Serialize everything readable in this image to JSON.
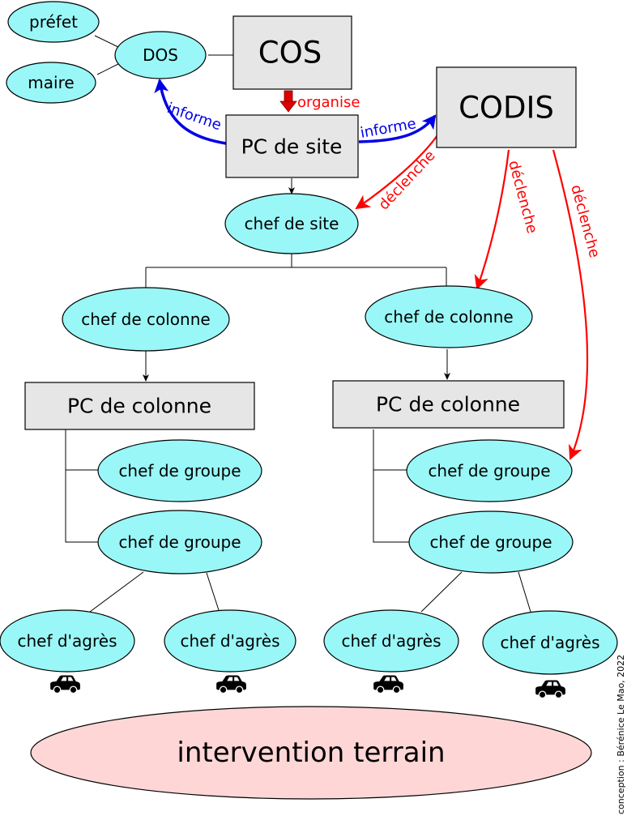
{
  "nodes": {
    "prefet": "préfet",
    "maire": "maire",
    "dos": "DOS",
    "cos": "COS",
    "codis": "CODIS",
    "pc_site": "PC de site",
    "chef_site": "chef de site",
    "chef_colonne_left": "chef de colonne",
    "chef_colonne_right": "chef de colonne",
    "pc_colonne_left": "PC de colonne",
    "pc_colonne_right": "PC de colonne",
    "chef_groupe_l1": "chef de groupe",
    "chef_groupe_l2": "chef de groupe",
    "chef_groupe_r1": "chef de groupe",
    "chef_groupe_r2": "chef de groupe",
    "chef_agres_1": "chef d'agrès",
    "chef_agres_2": "chef d'agrès",
    "chef_agres_3": "chef d'agrès",
    "chef_agres_4": "chef d'agrès",
    "intervention": "intervention terrain"
  },
  "relations": {
    "organise": "organise",
    "informe_dos": "informe",
    "informe_codis": "informe",
    "declenche_site": "déclenche",
    "declenche_colonne": "déclenche",
    "declenche_groupe": "déclenche"
  },
  "credit": "conception : Bérénice Le Mao, 2022",
  "icons": {
    "vehicle": "car-icon"
  },
  "colors": {
    "ellipse_fill": "#99f7f7",
    "box_fill": "#e6e6e6",
    "ground_fill": "#ffd6d6",
    "inform_arrow": "#0000e6",
    "trigger_arrow": "#ff0000",
    "organise_arrow": "#dd0000"
  }
}
